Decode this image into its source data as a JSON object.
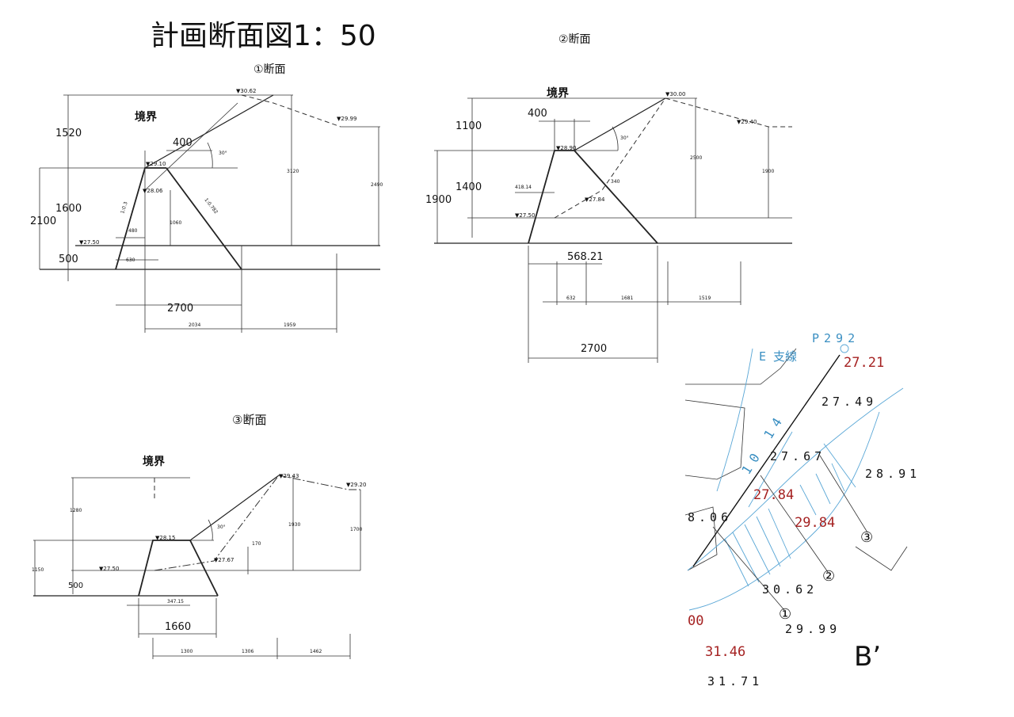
{
  "title": "計画断面図1：50",
  "section1": {
    "label": "①断面",
    "boundary": "境界",
    "levels": [
      "▼30.62",
      "▼29.99",
      "▼29.10",
      "▼28.06",
      "▼27.50"
    ],
    "dims": [
      "1520",
      "1600",
      "2100",
      "500",
      "400",
      "30°",
      "3120",
      "2490",
      "1060",
      "480",
      "630",
      "1:0.3",
      "1:0.782",
      "2700",
      "2034",
      "1959"
    ]
  },
  "section2": {
    "label": "②断面",
    "boundary": "境界",
    "levels": [
      "▼30.00",
      "▼29.40",
      "▼28.90",
      "▼27.84",
      "▼27.50"
    ],
    "dims": [
      "400",
      "1100",
      "1400",
      "1900",
      "30°",
      "2500",
      "1900",
      "418.14",
      "340",
      "568.21",
      "632",
      "1681",
      "1519",
      "2700"
    ]
  },
  "section3": {
    "label": "③断面",
    "boundary": "境界",
    "levels": [
      "▼29.43",
      "▼29.20",
      "▼28.15",
      "▼27.67",
      "▼27.50"
    ],
    "dims": [
      "1280",
      "1930",
      "1700",
      "30°",
      "170",
      "1150",
      "500",
      "347.15",
      "1660",
      "1300",
      "1306",
      "1462"
    ]
  },
  "map": {
    "labels_black": [
      "27.49",
      "27.67",
      "28.91",
      "8.06",
      "30.62",
      "29.99",
      "31.71"
    ],
    "labels_red": [
      "27.21",
      "27.84",
      "29.84",
      "31.46",
      "00"
    ],
    "labels_blue": [
      "P292",
      "E 支線",
      "10 14"
    ],
    "markers": [
      "①",
      "②",
      "③"
    ],
    "corner_label": "B’"
  }
}
